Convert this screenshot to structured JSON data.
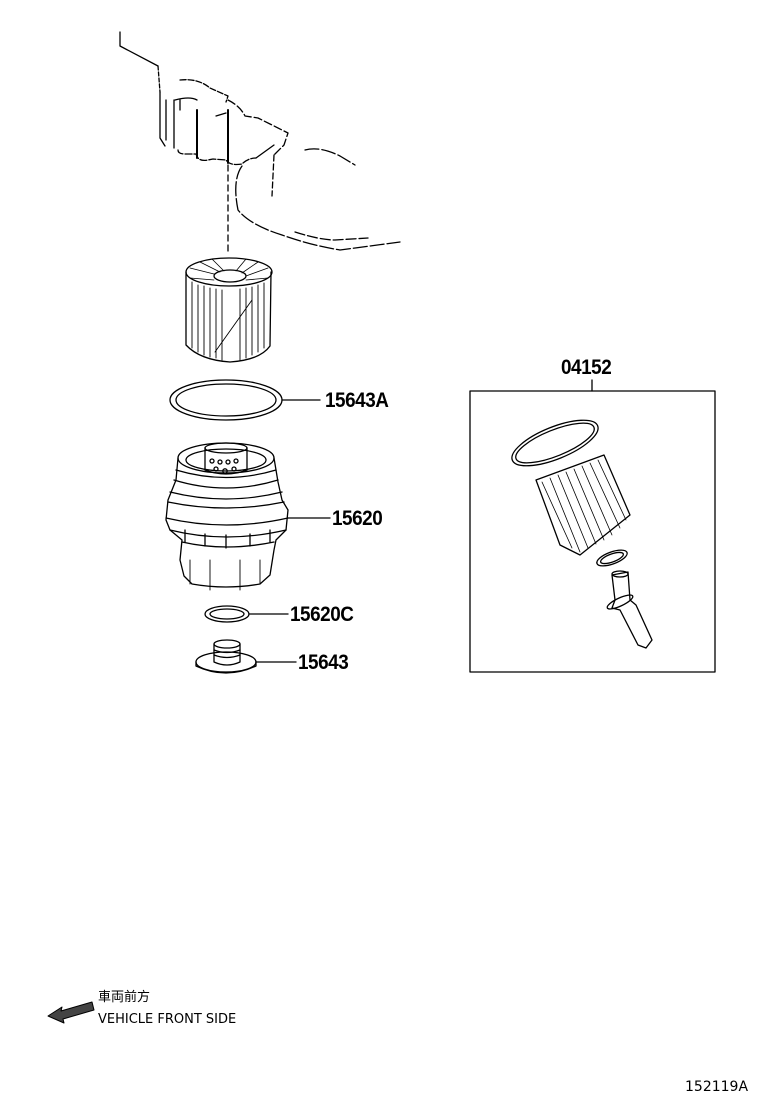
{
  "diagram": {
    "type": "exploded parts diagram",
    "subject": "oil filter assembly",
    "callouts": [
      {
        "id": "15643A",
        "label": "15643A",
        "part": "o-ring"
      },
      {
        "id": "15620",
        "label": "15620",
        "part": "oil filter cap assembly"
      },
      {
        "id": "15620C",
        "label": "15620C",
        "part": "o-ring (small)"
      },
      {
        "id": "15643",
        "label": "15643",
        "part": "drain plug"
      },
      {
        "id": "04152",
        "label": "04152",
        "part": "oil filter element kit"
      }
    ],
    "direction_indicator": {
      "icon": "arrow-left-icon",
      "label_jp": "車両前方",
      "label_en": "VEHICLE FRONT SIDE"
    },
    "reference_number": "152119A",
    "colors": {
      "line": "#000000",
      "background": "#ffffff"
    }
  }
}
